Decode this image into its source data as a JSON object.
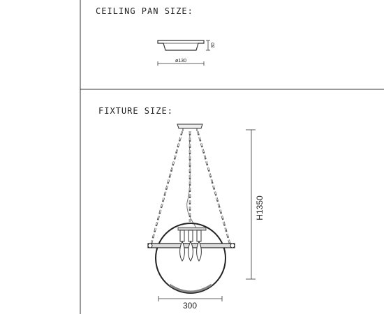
{
  "sections": {
    "ceiling_pan": {
      "title": "CEILING PAN SIZE:",
      "dim_width": "ø130",
      "dim_height": "30"
    },
    "fixture": {
      "title": "FIXTURE SIZE:",
      "dim_height": "H1350",
      "dim_width": "300"
    }
  }
}
